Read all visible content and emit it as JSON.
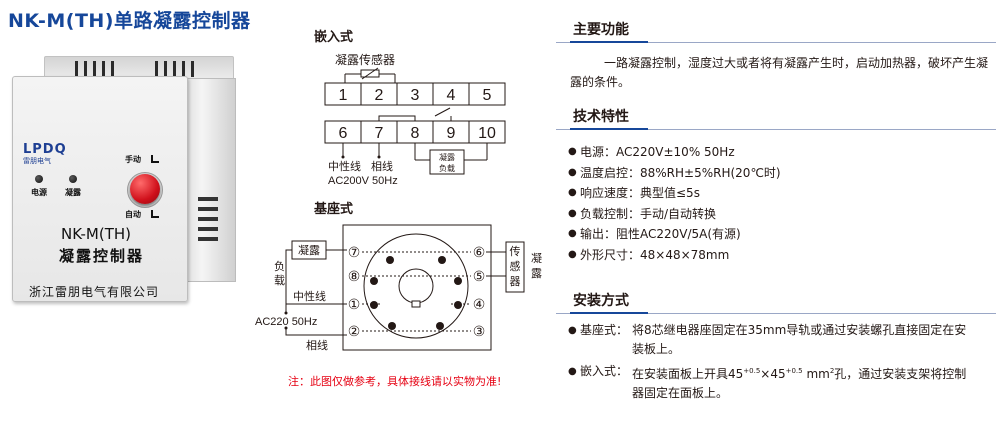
{
  "title": "NK-M(TH)单路凝露控制器",
  "product": {
    "logo": "LPDQ",
    "logo_sub": "雷朋电气",
    "led1": "电源",
    "led2": "凝露",
    "mode_manual": "手动",
    "mode_auto": "自动",
    "model": "NK-M(TH)",
    "name": "凝露控制器",
    "company": "浙江雷朋电气有限公司"
  },
  "embedded": {
    "heading": "嵌入式",
    "sensor_label": "凝露传感器",
    "top_terms": [
      "1",
      "2",
      "3",
      "4",
      "5"
    ],
    "bottom_terms": [
      "6",
      "7",
      "8",
      "9",
      "10"
    ],
    "neutral": "中性线",
    "live": "相线",
    "supply": "AC200V 50Hz",
    "load_line1": "凝露",
    "load_line2": "负载"
  },
  "base": {
    "heading": "基座式",
    "left_box": "凝露",
    "load": [
      "负",
      "载"
    ],
    "neutral": "中性线",
    "supply": "AC220 50Hz",
    "live": "相线",
    "right_box": [
      "传",
      "感",
      "器"
    ],
    "right_label": [
      "凝",
      "露"
    ],
    "pins_left": [
      "⑦",
      "⑧",
      "①",
      "②"
    ],
    "pins_right": [
      "⑥",
      "⑤",
      "④",
      "③"
    ]
  },
  "note": "注：此图仅做参考，具体接线请以实物为准!",
  "main_function": {
    "heading": "主要功能",
    "text": "一路凝露控制，湿度过大或者将有凝露产生时，启动加热器，破坏产生凝露的条件。"
  },
  "tech": {
    "heading": "技术特性",
    "items": [
      "电源：AC220V±10% 50Hz",
      "温度启控：88%RH±5%RH(20℃时)",
      "响应速度：典型值≤5s",
      "负载控制：手动/自动转换",
      "输出：阻性AC220V/5A(有源)",
      "外形尺寸：48×48×78mm"
    ]
  },
  "install": {
    "heading": "安装方式",
    "base_label": "基座式：",
    "base_text": "将8芯继电器座固定在35mm导轨或通过安装螺孔直接固定在安装板上。",
    "embed_label": "嵌入式：",
    "embed_pre": "在安装面板上开具45",
    "embed_sup1": "+0.5",
    "embed_mid": "×45",
    "embed_sup2": "+0.5",
    "embed_unit": "mm",
    "embed_sup3": "2",
    "embed_post": "孔，通过安装支架将控制器固定在面板上。"
  }
}
